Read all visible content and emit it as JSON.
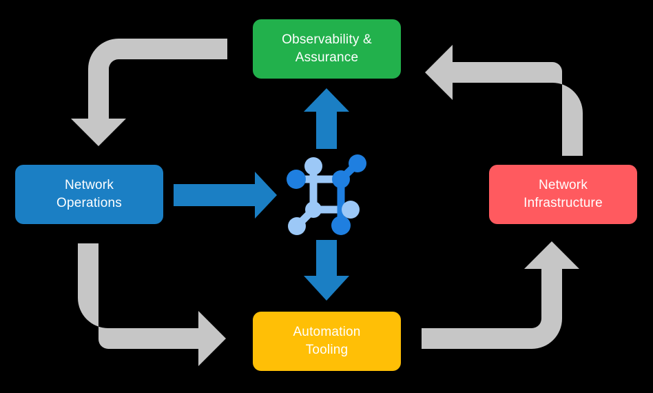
{
  "diagram": {
    "title": "Network operations lifecycle loop",
    "background_color": "#000000",
    "boxes": [
      {
        "id": "observability",
        "label": "Observability &\nAssurance",
        "color": "#22B14C",
        "position": "top"
      },
      {
        "id": "operations",
        "label": "Network\nOperations",
        "color": "#1B7FC4",
        "position": "left"
      },
      {
        "id": "infrastructure",
        "label": "Network\nInfrastructure",
        "color": "#FF5A5F",
        "position": "right"
      },
      {
        "id": "automation",
        "label": "Automation\nTooling",
        "color": "#FFBF06",
        "position": "bottom"
      }
    ],
    "center_icon": {
      "name": "network-topology-icon",
      "light_color": "#9CC8F7",
      "dark_color": "#1F7FE0"
    },
    "arrows": [
      {
        "id": "operations-to-center",
        "style": "straight",
        "color": "#1B7FC4",
        "direction": "right",
        "from": "operations",
        "to": "center-icon"
      },
      {
        "id": "center-to-observability",
        "style": "straight",
        "color": "#1B7FC4",
        "direction": "up",
        "from": "center-icon",
        "to": "observability"
      },
      {
        "id": "center-to-automation",
        "style": "straight",
        "color": "#1B7FC4",
        "direction": "down",
        "from": "center-icon",
        "to": "automation"
      },
      {
        "id": "observability-to-operations",
        "style": "elbow",
        "color": "#C6C6C6",
        "direction": "down",
        "from": "observability",
        "to": "operations"
      },
      {
        "id": "operations-to-automation",
        "style": "elbow",
        "color": "#C6C6C6",
        "direction": "right",
        "from": "operations",
        "to": "automation"
      },
      {
        "id": "automation-to-infrastructure",
        "style": "elbow",
        "color": "#C6C6C6",
        "direction": "up",
        "from": "automation",
        "to": "infrastructure"
      },
      {
        "id": "infrastructure-to-observability",
        "style": "elbow",
        "color": "#C6C6C6",
        "direction": "left",
        "from": "infrastructure",
        "to": "observability"
      }
    ]
  }
}
